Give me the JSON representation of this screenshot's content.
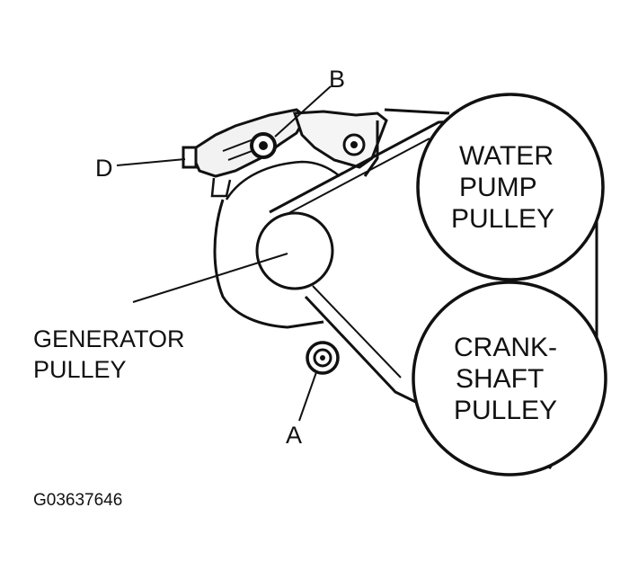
{
  "labels": {
    "water_pump": [
      "WATER",
      "PUMP",
      "PULLEY"
    ],
    "crankshaft": [
      "CRANK-",
      "SHAFT",
      "PULLEY"
    ],
    "generator": [
      "GENERATOR",
      "PULLEY"
    ],
    "a": "A",
    "b": "B",
    "d": "D"
  },
  "figure_code": "G03637646"
}
